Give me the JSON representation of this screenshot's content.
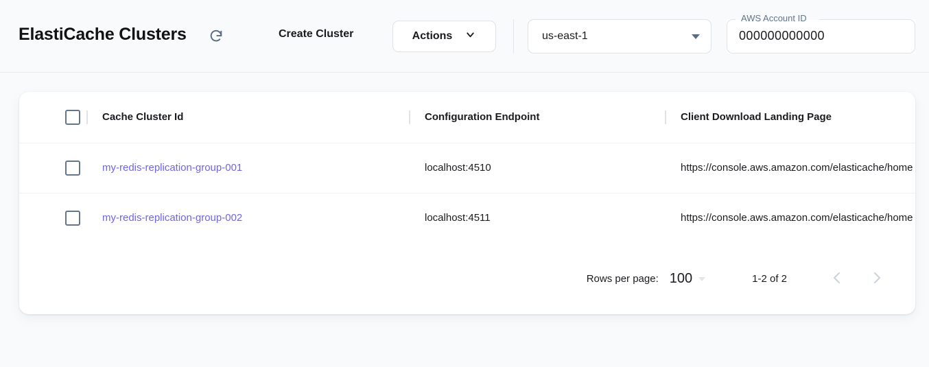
{
  "toolbar": {
    "title": "ElastiCache Clusters",
    "refresh_icon": "refresh-icon",
    "create_cluster_label": "Create Cluster",
    "actions_label": "Actions",
    "actions_chevron_icon": "chevron-down-icon",
    "region": {
      "value": "us-east-1",
      "arrow_icon": "triangle-down-icon"
    },
    "account": {
      "label": "AWS Account ID",
      "value": "000000000000",
      "placeholder": "000000000000"
    }
  },
  "table": {
    "columns": [
      {
        "key": "cluster_id",
        "label": "Cache Cluster Id"
      },
      {
        "key": "config_endpoint",
        "label": "Configuration Endpoint"
      },
      {
        "key": "landing_page",
        "label": "Client Download Landing Page"
      }
    ],
    "select_all_checkbox": "unchecked",
    "rows": [
      {
        "checkbox": "unchecked",
        "cluster_id": "my-redis-replication-group-001",
        "config_endpoint": "localhost:4510",
        "landing_page": "https://console.aws.amazon.com/elasticache/home"
      },
      {
        "checkbox": "unchecked",
        "cluster_id": "my-redis-replication-group-002",
        "config_endpoint": "localhost:4511",
        "landing_page": "https://console.aws.amazon.com/elasticache/home"
      }
    ]
  },
  "pagination": {
    "rows_per_page_label": "Rows per page:",
    "rows_per_page_value": "100",
    "range_label": "1-2 of 2",
    "prev_icon": "chevron-left-icon",
    "next_icon": "chevron-right-icon"
  },
  "colors": {
    "page_background": "#f8fafc",
    "link": "#7065e0",
    "text": "#1b1b1f",
    "muted": "#64748b",
    "border": "#dfe3e8"
  }
}
